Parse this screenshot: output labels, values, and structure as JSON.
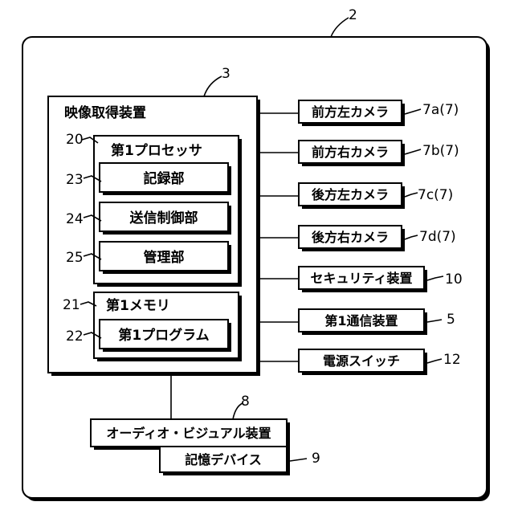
{
  "refs": {
    "system": "2",
    "acquisition": "3",
    "comm": "5",
    "cam_fl": "7a(7)",
    "cam_fr": "7b(7)",
    "cam_rl": "7c(7)",
    "cam_rr": "7d(7)",
    "av": "8",
    "storage": "9",
    "security": "10",
    "power": "12",
    "processor": "20",
    "memory": "21",
    "program": "22",
    "recorder": "23",
    "tx_ctrl": "24",
    "manager": "25"
  },
  "labels": {
    "acquisition": "映像取得装置",
    "processor": "第1プロセッサ",
    "recorder": "記録部",
    "tx_ctrl": "送信制御部",
    "manager": "管理部",
    "memory": "第1メモリ",
    "program": "第1プログラム",
    "cam_fl": "前方左カメラ",
    "cam_fr": "前方右カメラ",
    "cam_rl": "後方左カメラ",
    "cam_rr": "後方右カメラ",
    "security": "セキュリティ装置",
    "comm": "第1通信装置",
    "power": "電源スイッチ",
    "av": "オーディオ・ビジュアル装置",
    "storage": "記憶デバイス"
  }
}
